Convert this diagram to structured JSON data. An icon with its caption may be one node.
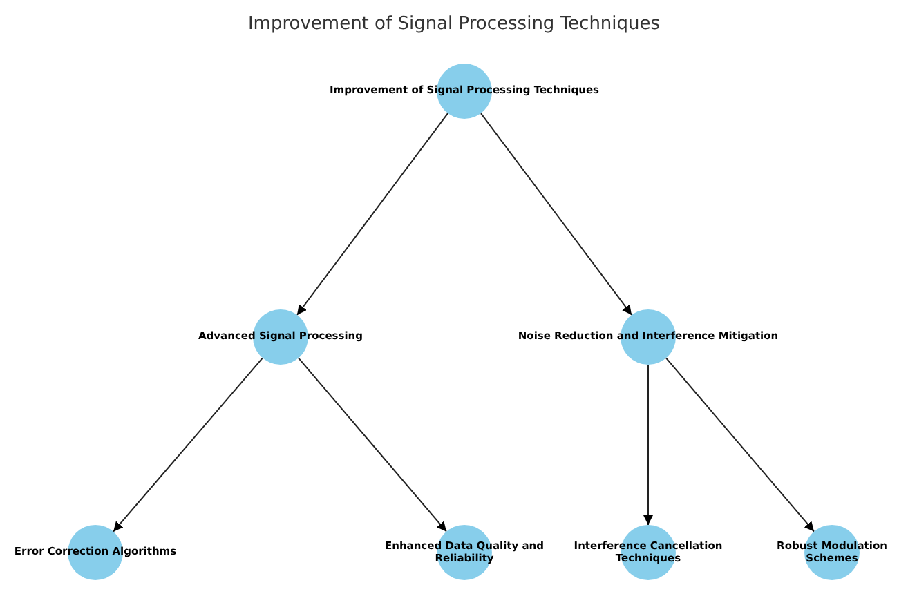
{
  "diagram": {
    "title": "Improvement of Signal Processing Techniques",
    "nodes": [
      {
        "text": [
          "Improvement of Signal Processing Techniques"
        ]
      },
      {
        "text": [
          "Advanced Signal Processing"
        ]
      },
      {
        "text": [
          "Noise Reduction and Interference Mitigation"
        ]
      },
      {
        "text": [
          "Error Correction Algorithms"
        ]
      },
      {
        "text": [
          "Enhanced Data Quality and Reliability"
        ]
      },
      {
        "text": [
          "Interference Cancellation Techniques"
        ]
      },
      {
        "text": [
          "Robust Modulation Schemes"
        ]
      }
    ],
    "edges": [
      {
        "from": 0,
        "to": 1,
        "arrow": "to"
      },
      {
        "from": 0,
        "to": 2,
        "arrow": "to"
      },
      {
        "from": 1,
        "to": 3,
        "arrow": "to"
      },
      {
        "from": 1,
        "to": 4,
        "arrow": "to"
      },
      {
        "from": 2,
        "to": 5,
        "arrow": "to"
      },
      {
        "from": 2,
        "to": 6,
        "arrow": "to"
      }
    ]
  }
}
